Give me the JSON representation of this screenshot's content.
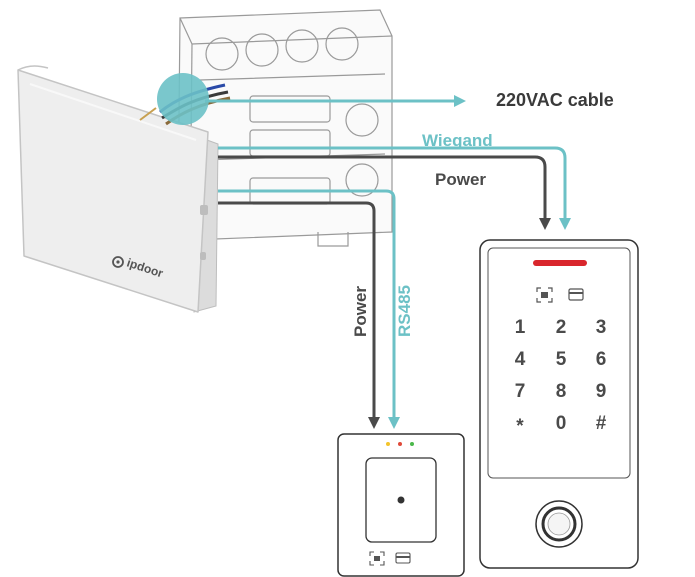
{
  "labels": {
    "cable": "220VAC cable",
    "wiegand": "Wiegand",
    "power_top": "Power",
    "power_vertical": "Power",
    "rs485": "RS485"
  },
  "brand": "ipdoor",
  "keypad": [
    "1",
    "2",
    "3",
    "4",
    "5",
    "6",
    "7",
    "8",
    "9",
    "*",
    "0",
    "#"
  ],
  "colors": {
    "teal": "#6cc1c6",
    "dark": "#4a4a4a",
    "red_led": "#d9262c",
    "led_yellow": "#f3c42b",
    "led_red": "#e04a3a",
    "led_green": "#4bb84b"
  },
  "icons": [
    "qr-code-icon",
    "card-icon",
    "fingerprint-sensor-icon",
    "nfc-dot-icon"
  ]
}
